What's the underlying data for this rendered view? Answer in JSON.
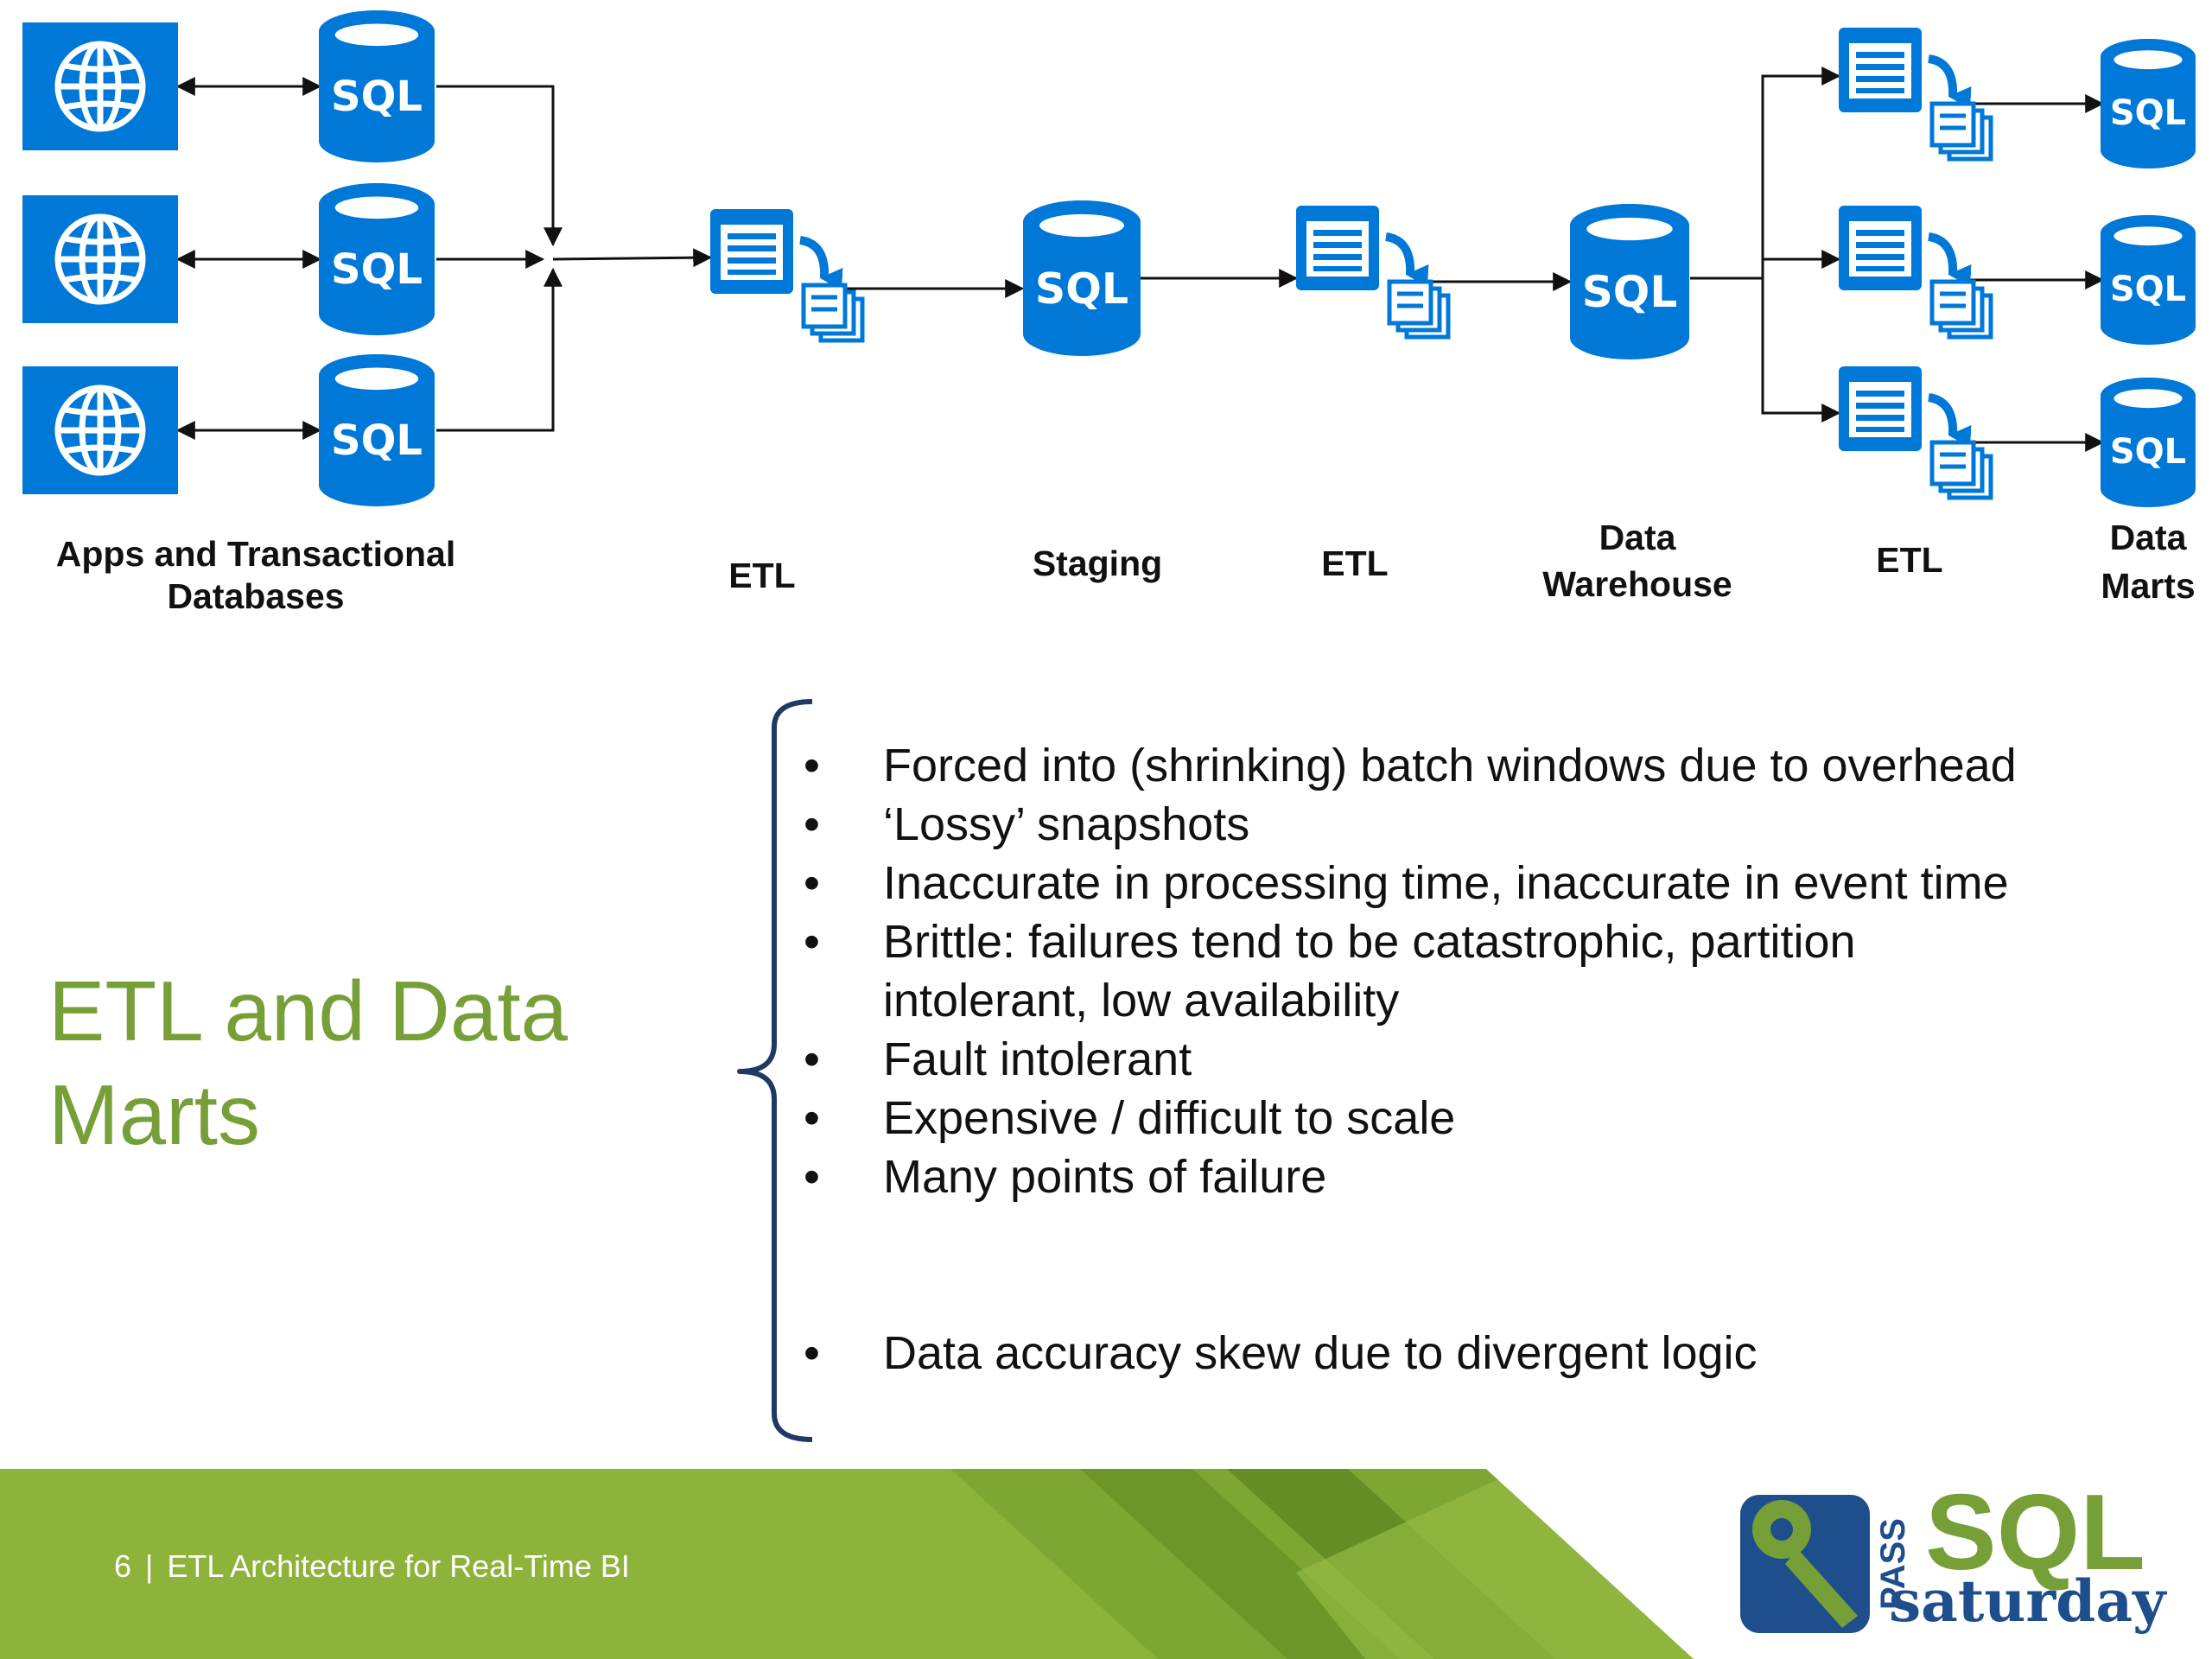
{
  "diagram": {
    "labels": {
      "sources": [
        "Apps and Transactional",
        "Databases"
      ],
      "etl1": "ETL",
      "staging": "Staging",
      "etl2": "ETL",
      "warehouse": [
        "Data",
        "Warehouse"
      ],
      "etl3": "ETL",
      "marts": [
        "Data",
        "Marts"
      ]
    },
    "db_text": "SQL",
    "colors": {
      "icon": "#0078d7",
      "arrow": "#111111"
    },
    "icons": [
      "globe-icon",
      "sql-database-icon",
      "etl-document-icon",
      "copy-documents-icon",
      "curved-arrow-icon"
    ]
  },
  "slide": {
    "title": [
      "ETL and Data",
      "Marts"
    ],
    "title_color": "#76a037",
    "bullet_char": "•",
    "bullets": [
      "Forced into (shrinking) batch windows due to overhead",
      "‘Lossy’ snapshots",
      "Inaccurate in processing time, inaccurate in event time",
      "Brittle: failures tend to be catastrophic, partition intolerant, low availability",
      "Fault intolerant",
      "Expensive / difficult to scale",
      "Many points of failure",
      "Data accuracy skew due to divergent logic"
    ],
    "brace_color": "#1f3864"
  },
  "footer": {
    "page_number": "6",
    "separator": "|",
    "title": "ETL Architecture for Real-Time BI",
    "colors": {
      "band": "#8db33a",
      "band_dark": "#5f8a22"
    }
  },
  "logo": {
    "pass_text": "PASS",
    "sql_text": "SQL",
    "saturday_text": "saturday",
    "colors": {
      "green": "#76a037",
      "blue": "#1f4e8c"
    }
  }
}
